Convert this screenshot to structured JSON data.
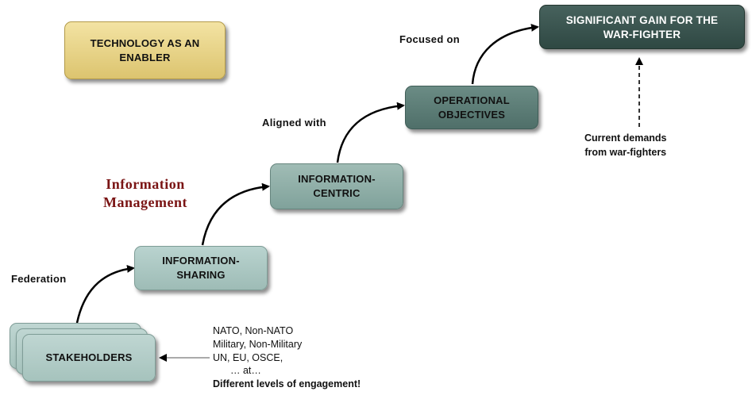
{
  "boxes": {
    "technology": "TECHNOLOGY AS AN\nENABLER",
    "stakeholders": "STAKEHOLDERS",
    "info_sharing": "INFORMATION-\nSHARING",
    "info_centric": "INFORMATION-\nCENTRIC",
    "operational": "OPERATIONAL\nOBJECTIVES",
    "significant_gain": "SIGNIFICANT GAIN FOR THE\nWAR-FIGHTER"
  },
  "labels": {
    "federation": "Federation",
    "information_management": "Information\nManagement",
    "aligned_with": "Aligned with",
    "focused_on": "Focused on",
    "current_demands": "Current demands\nfrom war-fighters"
  },
  "stakeholder_list": [
    "NATO, Non-NATO",
    "Military, Non-Military",
    "UN, EU, OSCE,",
    "… at…",
    "Different levels of engagement!"
  ],
  "colors": {
    "technology": "#e8d48a",
    "stakeholders": "#b3ccc7",
    "info_sharing": "#aac8c2",
    "info_centric": "#8fb0a9",
    "operational": "#5d7e77",
    "significant_gain": "#3a544f",
    "information_management_text": "#7a1414"
  }
}
